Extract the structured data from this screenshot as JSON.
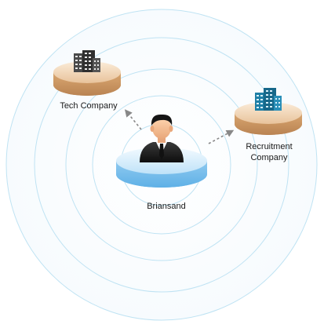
{
  "diagram": {
    "center_node": {
      "label": "Briansand",
      "icon": "businessman-icon",
      "platform_color": "#bfe2f8"
    },
    "nodes": [
      {
        "id": "tech",
        "line1": "Tech Company",
        "line2": "",
        "icon": "office-building-icon",
        "icon_color": "#444444",
        "platform_color": "#e3b98d"
      },
      {
        "id": "recruit",
        "line1": "Recruitment",
        "line2": "Company",
        "icon": "office-building-icon",
        "icon_color": "#1f7fa6",
        "platform_color": "#e3b98d"
      }
    ],
    "ring_color": "#bfe3f3",
    "arrow_color": "#888888"
  }
}
